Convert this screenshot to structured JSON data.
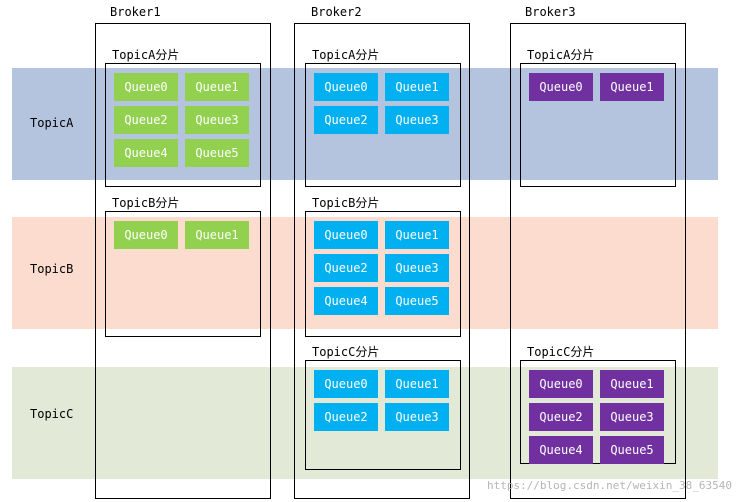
{
  "colors": {
    "topicA_band": "#b4c4df",
    "topicB_band": "#fbdcce",
    "topicC_band": "#e2ead7",
    "queue_green": "#92d050",
    "queue_blue": "#00b0f0",
    "queue_purple": "#7030a0"
  },
  "topics": [
    {
      "id": "A",
      "label": "TopicA"
    },
    {
      "id": "B",
      "label": "TopicB"
    },
    {
      "id": "C",
      "label": "TopicC"
    }
  ],
  "brokers": [
    {
      "label": "Broker1"
    },
    {
      "label": "Broker2"
    },
    {
      "label": "Broker3"
    }
  ],
  "shards": [
    {
      "broker": 0,
      "topic": "A",
      "label": "TopicA分片",
      "color": "queue_green",
      "queues": [
        "Queue0",
        "Queue1",
        "Queue2",
        "Queue3",
        "Queue4",
        "Queue5"
      ]
    },
    {
      "broker": 0,
      "topic": "B",
      "label": "TopicB分片",
      "color": "queue_green",
      "queues": [
        "Queue0",
        "Queue1"
      ]
    },
    {
      "broker": 1,
      "topic": "A",
      "label": "TopicA分片",
      "color": "queue_blue",
      "queues": [
        "Queue0",
        "Queue1",
        "Queue2",
        "Queue3"
      ]
    },
    {
      "broker": 1,
      "topic": "B",
      "label": "TopicB分片",
      "color": "queue_blue",
      "queues": [
        "Queue0",
        "Queue1",
        "Queue2",
        "Queue3",
        "Queue4",
        "Queue5"
      ]
    },
    {
      "broker": 1,
      "topic": "C",
      "label": "TopicC分片",
      "color": "queue_blue",
      "queues": [
        "Queue0",
        "Queue1",
        "Queue2",
        "Queue3"
      ]
    },
    {
      "broker": 2,
      "topic": "A",
      "label": "TopicA分片",
      "color": "queue_purple",
      "queues": [
        "Queue0",
        "Queue1"
      ]
    },
    {
      "broker": 2,
      "topic": "C",
      "label": "TopicC分片",
      "color": "queue_purple",
      "queues": [
        "Queue0",
        "Queue1",
        "Queue2",
        "Queue3",
        "Queue4",
        "Queue5"
      ]
    }
  ],
  "watermark": "https://blog.csdn.net/weixin_38_63540"
}
